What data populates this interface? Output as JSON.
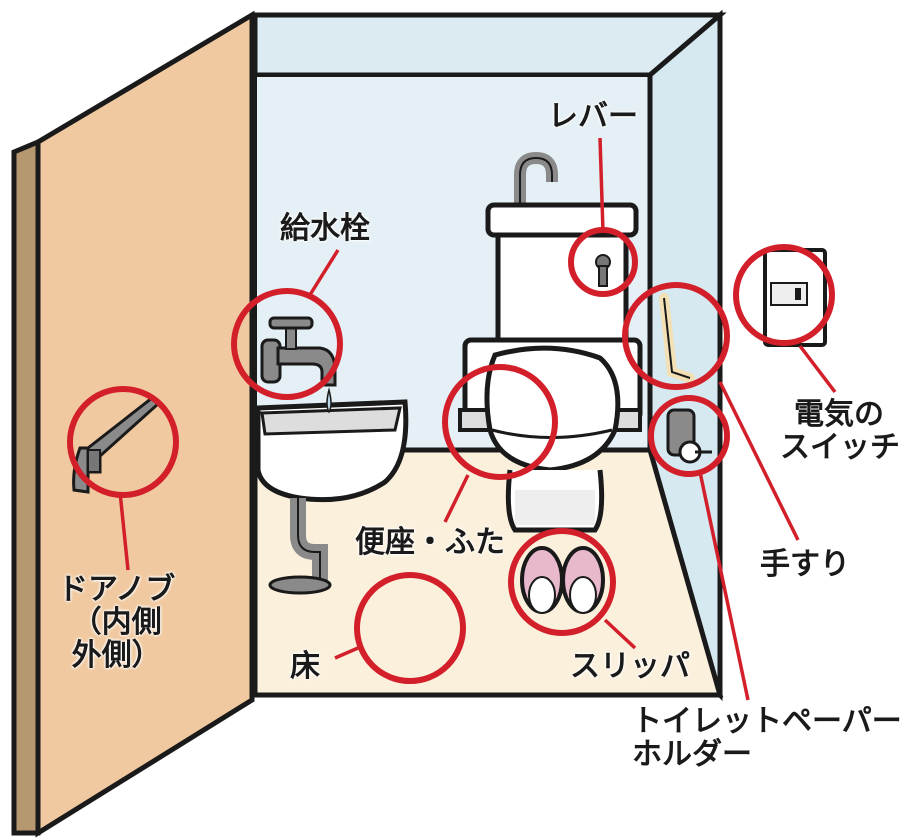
{
  "colors": {
    "outline": "#1a1a1a",
    "wall": "#dcebf2",
    "floor": "#fbf0dc",
    "door": "#f0c9a0",
    "door_edge": "#b59770",
    "fixture": "#ffffff",
    "metal": "#8a8a8a",
    "slipper": "#e8b8cc",
    "highlight_ring": "#d31f2a"
  },
  "labels": {
    "lever": "レバー",
    "faucet": "給水栓",
    "switch_line1": "電気の",
    "switch_line2": "スイッチ",
    "door_knob_title": "ドアノブ",
    "door_knob_inside": "（内側",
    "door_knob_outside": "外側）",
    "seat_lid": "便座・ふた",
    "handrail": "手すり",
    "floor": "床",
    "slippers": "スリッパ",
    "paper_holder_line1": "トイレットペーパー",
    "paper_holder_line2": "ホルダー"
  }
}
